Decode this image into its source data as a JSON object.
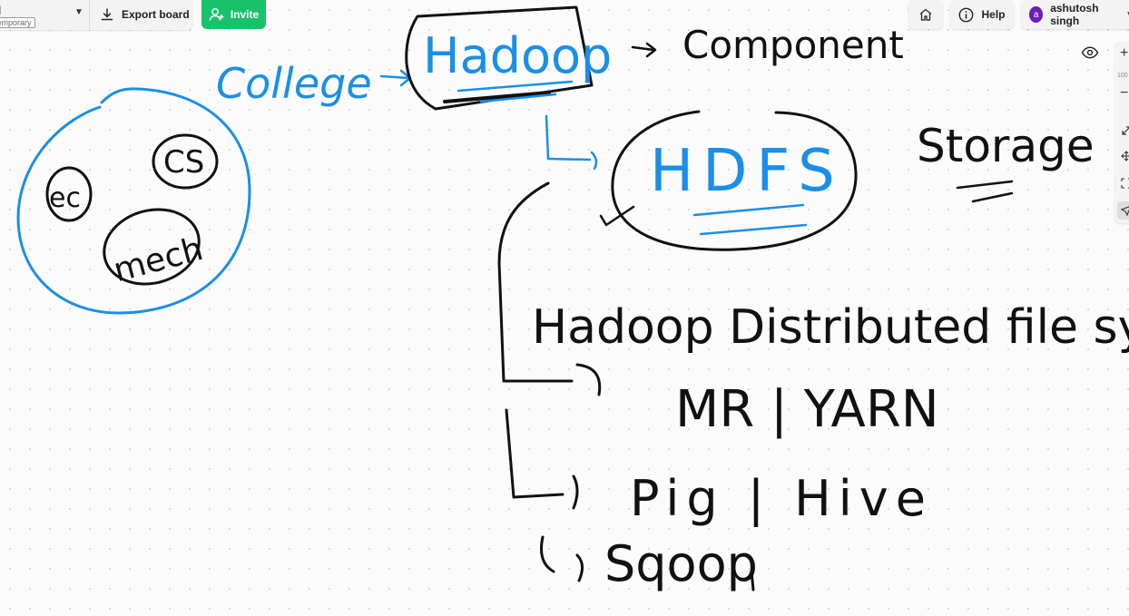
{
  "toolbar": {
    "board_name": "d",
    "board_tag": "temporary",
    "export_label": "Export board",
    "invite_label": "Invite",
    "help_label": "Help",
    "user_initial": "a",
    "user_name": "ashutosh singh",
    "zoom_level": "100"
  },
  "colors": {
    "accent": "#19c16b",
    "ink_blue": "#1a8fe8",
    "ink_black": "#111111",
    "avatar": "#6a1fb5"
  },
  "whiteboard": {
    "college": "College",
    "branch_ec": "ec",
    "branch_cs": "CS",
    "branch_mech": "mech",
    "hadoop": "Hadoop",
    "component": "Component",
    "hdfs": "HDFS",
    "storage": "Storage",
    "hdfs_full": "Hadoop Distributed file system",
    "mr_yarn": "MR | YARN",
    "pig_hive": "Pig | Hive",
    "sqoop": "Sqoop"
  }
}
